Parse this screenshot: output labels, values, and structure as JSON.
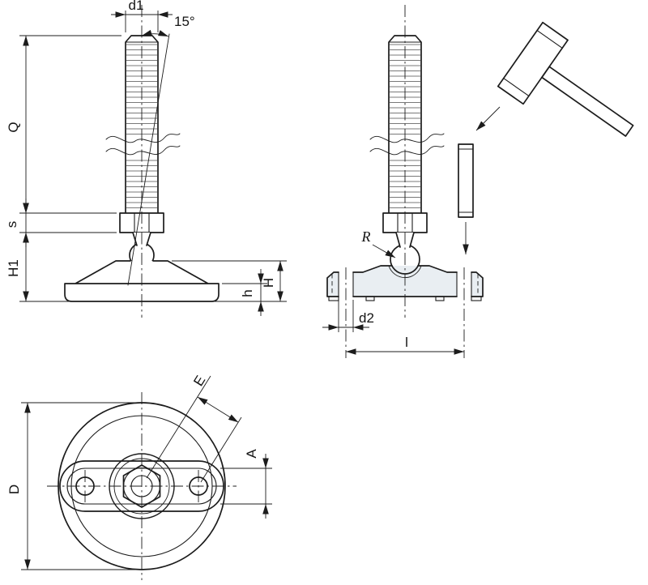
{
  "colors": {
    "line": "#1c1c1c",
    "section_fill": "#e9eef2",
    "background": "#ffffff"
  },
  "views": {
    "front": {
      "dims": {
        "d1": "d1",
        "angle": "15°",
        "Q": "Q",
        "s": "s",
        "H1": "H1",
        "h": "h",
        "H": "H"
      }
    },
    "section": {
      "dims": {
        "R": "R",
        "d2": "d2",
        "l": "l"
      }
    },
    "bottom": {
      "dims": {
        "E": "E",
        "A": "A",
        "D": "D"
      }
    }
  }
}
